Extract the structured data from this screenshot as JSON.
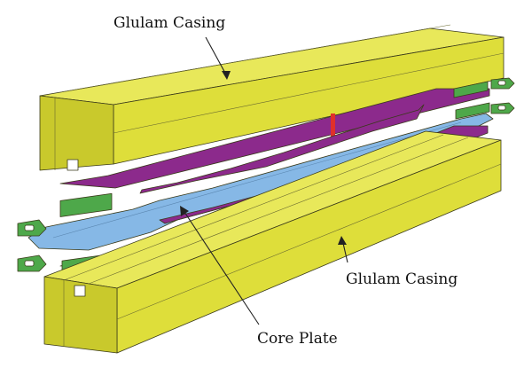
{
  "labels": {
    "top_casing": "Glulam Casing",
    "bottom_casing": "Glulam Casing",
    "core_plate": "Core Plate"
  },
  "colors": {
    "glulam": "#dede3a",
    "glulam_side": "#c9c92c",
    "glulam_top": "#e8e85a",
    "steel_plate": "#8c2a8c",
    "core_plate": "#86b8e6",
    "filler": "#4ea84a",
    "end_plate": "#4ea84a",
    "rod": "#e0302a"
  }
}
